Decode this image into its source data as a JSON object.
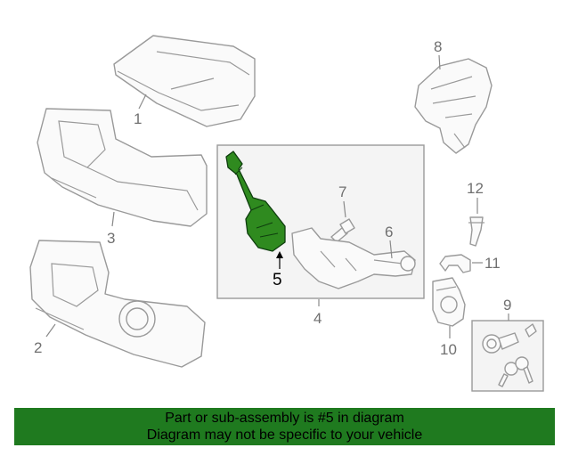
{
  "callouts": {
    "c1": "1",
    "c2": "2",
    "c3": "3",
    "c4": "4",
    "c5": "5",
    "c6": "6",
    "c7": "7",
    "c8": "8",
    "c9": "9",
    "c10": "10",
    "c11": "11",
    "c12": "12"
  },
  "colors": {
    "highlight_part": "#2f8a1f",
    "banner": "#1f7a1f",
    "line_art": "#9a9a9a"
  },
  "banner": {
    "line1": "Part or sub-assembly is #5 in diagram",
    "line2": "Diagram may not be specific to your vehicle"
  }
}
